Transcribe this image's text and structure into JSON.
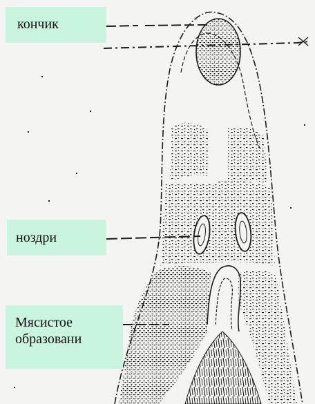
{
  "labels": {
    "tip": "кончик",
    "nostrils": "ноздри",
    "fleshy_line1": "Мясистое",
    "fleshy_line2": "образовани"
  },
  "colors": {
    "label_bg": "#c9f5e0",
    "ink": "#1a1a1a",
    "paper": "#f4f4f2"
  }
}
